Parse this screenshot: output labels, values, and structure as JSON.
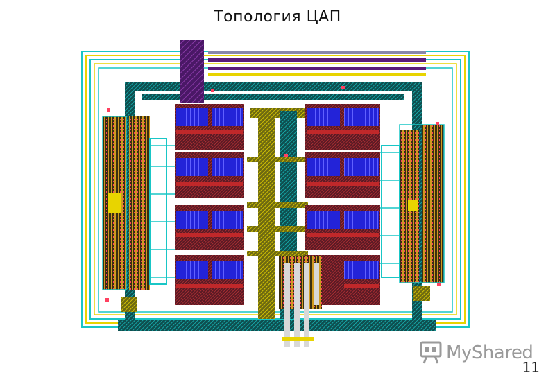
{
  "title": "Топология ЦАП",
  "page_number": "11",
  "logo": {
    "text": "MyShared",
    "icon": "presentation-screen-icon"
  },
  "colors": {
    "metal_cyan": "#19c6c6",
    "metal_dark": "#0a3a3a",
    "poly_yellow": "#e8d400",
    "diff_blue": "#2a2ae0",
    "diff_red": "#c0282a",
    "well_purple": "#5a1a78",
    "contact_pink": "#ff4060"
  }
}
